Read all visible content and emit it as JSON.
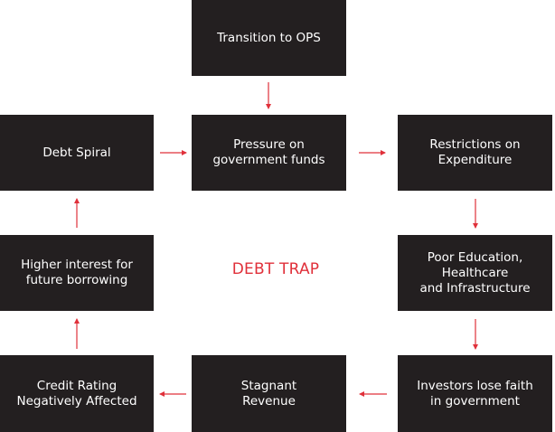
{
  "center_label": "DEBT TRAP",
  "accent_color": "#e0303a",
  "box_color": "#231f20",
  "boxes": {
    "transition": "Transition to OPS",
    "pressure": "Pressure on\ngovernment funds",
    "restrictions": "Restrictions on\nExpenditure",
    "poor_education": "Poor Education,\nHealthcare\nand Infrastructure",
    "investors": "Investors lose faith\nin government",
    "stagnant": "Stagnant\nRevenue",
    "credit": "Credit Rating\nNegatively Affected",
    "higher_interest": "Higher interest for\nfuture borrowing",
    "debt_spiral": "Debt Spiral"
  }
}
